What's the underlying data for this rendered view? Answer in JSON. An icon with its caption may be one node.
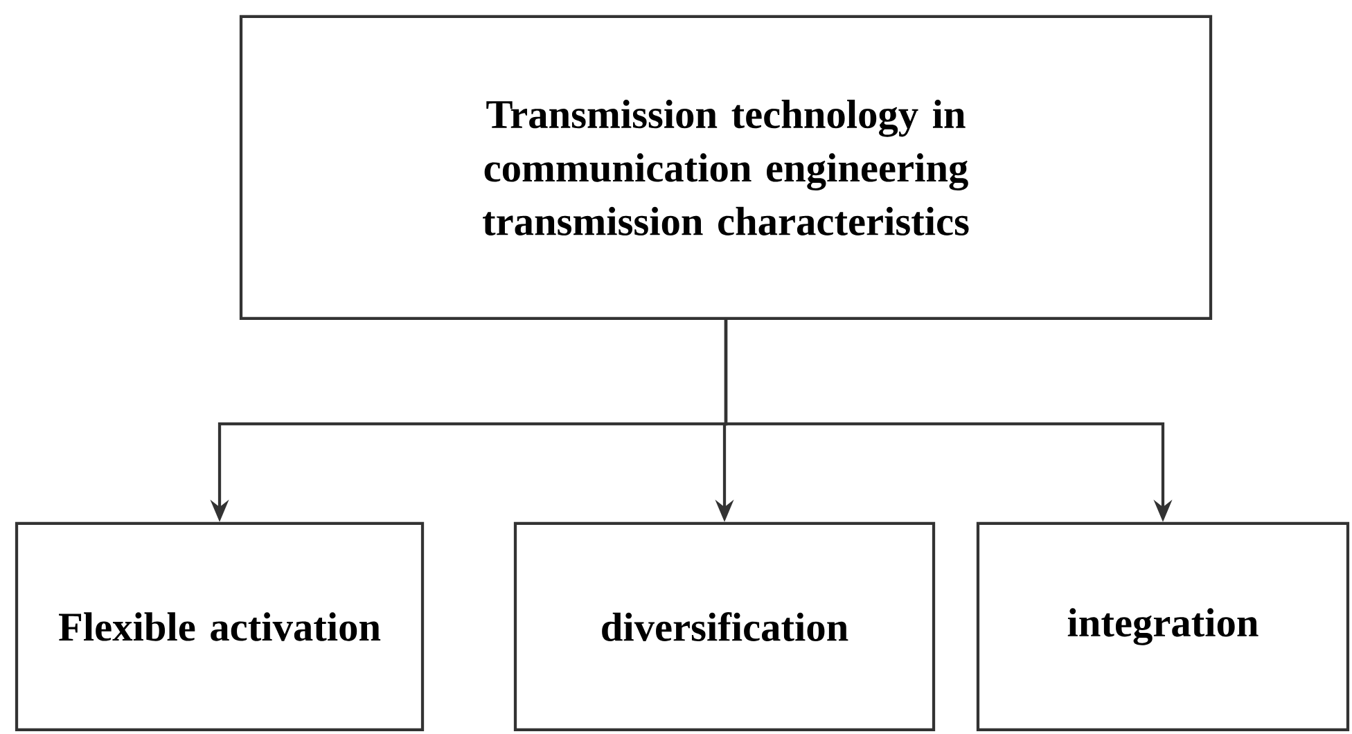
{
  "diagram": {
    "nodes": [
      {
        "text": [
          "Transmission technology in communication engineering transmission characteristics"
        ]
      },
      {
        "text": [
          "Flexible activation"
        ]
      },
      {
        "text": [
          "diversification"
        ]
      },
      {
        "text": [
          "integration"
        ]
      }
    ],
    "edges": [
      {
        "from": 0,
        "to": 1,
        "arrow": "to"
      },
      {
        "from": 0,
        "to": 2,
        "arrow": "to"
      },
      {
        "from": 0,
        "to": 3,
        "arrow": "to"
      }
    ]
  }
}
